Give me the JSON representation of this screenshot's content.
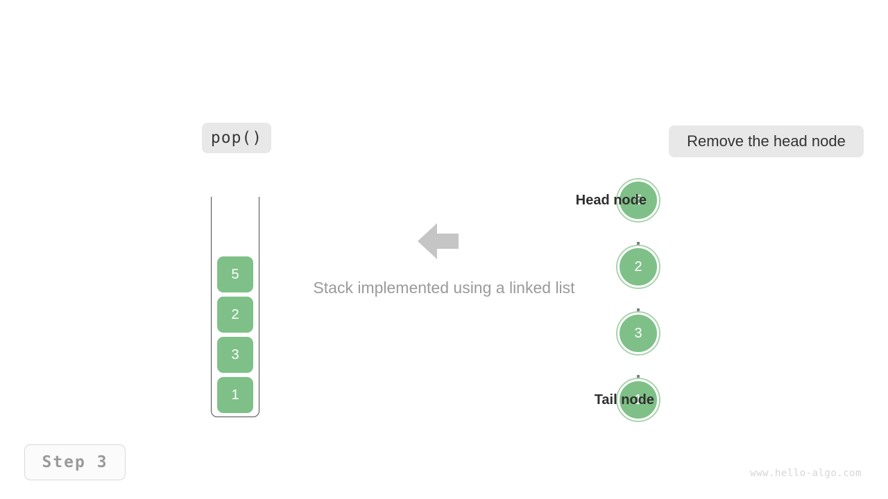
{
  "operation": {
    "label": "pop()"
  },
  "action": {
    "label": "Remove the head node"
  },
  "step": {
    "label": "Step 3"
  },
  "caption": {
    "text": "Stack implemented using a linked list"
  },
  "watermark": {
    "text": "www.hello-algo.com"
  },
  "colors": {
    "node_fill": "#7FC088",
    "node_ring": "#a9d4ae",
    "badge_bg": "#e8e8e8",
    "arrow_gray": "#c5c5c5",
    "link_gray": "#808080",
    "container_border": "#4a4a4a",
    "caption_text": "#9a9a9a",
    "watermark_text": "#d6d6d6"
  },
  "stack": {
    "name": "stack-container",
    "cells": [
      {
        "value": "5"
      },
      {
        "value": "2"
      },
      {
        "value": "3"
      },
      {
        "value": "1"
      }
    ]
  },
  "linked_list": {
    "nodes": [
      {
        "value": "5",
        "role": "head"
      },
      {
        "value": "2",
        "role": "middle"
      },
      {
        "value": "3",
        "role": "middle"
      },
      {
        "value": "1",
        "role": "tail"
      }
    ],
    "head_label": "Head node",
    "tail_label": "Tail node"
  },
  "transform_arrow": {
    "direction": "left"
  }
}
